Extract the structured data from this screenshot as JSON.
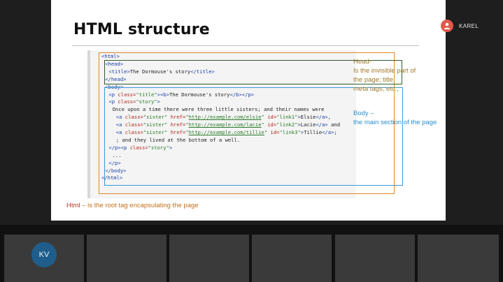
{
  "slide": {
    "title": "HTML structure",
    "code_lines": [
      {
        "indent": 0,
        "parts": [
          {
            "t": "tag",
            "v": "<html>"
          }
        ]
      },
      {
        "indent": 1,
        "parts": [
          {
            "t": "tag",
            "v": "<head>"
          }
        ]
      },
      {
        "indent": 2,
        "parts": [
          {
            "t": "tag",
            "v": "<title>"
          },
          {
            "t": "txt",
            "v": "The Dormouse's story"
          },
          {
            "t": "tag",
            "v": "</title>"
          }
        ]
      },
      {
        "indent": 1,
        "parts": [
          {
            "t": "tag",
            "v": "</head>"
          }
        ]
      },
      {
        "indent": 1,
        "parts": [
          {
            "t": "tag",
            "v": "<body>"
          }
        ]
      },
      {
        "indent": 2,
        "parts": [
          {
            "t": "tag",
            "v": "<p "
          },
          {
            "t": "attr",
            "v": "class="
          },
          {
            "t": "str",
            "v": "\"title\""
          },
          {
            "t": "tag",
            "v": "><b>"
          },
          {
            "t": "txt",
            "v": "The Dormouse's story"
          },
          {
            "t": "tag",
            "v": "</b></p>"
          }
        ]
      },
      {
        "indent": 2,
        "parts": [
          {
            "t": "tag",
            "v": "<p "
          },
          {
            "t": "attr",
            "v": "class="
          },
          {
            "t": "str",
            "v": "\"story\""
          },
          {
            "t": "tag",
            "v": ">"
          }
        ]
      },
      {
        "indent": 3,
        "parts": [
          {
            "t": "txt",
            "v": "Once upon a time there were three little sisters; and their names were"
          }
        ]
      },
      {
        "indent": 4,
        "parts": [
          {
            "t": "tag",
            "v": "<a "
          },
          {
            "t": "attr",
            "v": "class="
          },
          {
            "t": "str",
            "v": "\"sister\" "
          },
          {
            "t": "attr",
            "v": "href="
          },
          {
            "t": "str",
            "v": "\""
          },
          {
            "t": "link",
            "v": "http://example.com/elsie"
          },
          {
            "t": "str",
            "v": "\" "
          },
          {
            "t": "attr",
            "v": "id="
          },
          {
            "t": "str",
            "v": "\"link1\""
          },
          {
            "t": "tag",
            "v": ">"
          },
          {
            "t": "txt",
            "v": "Elsie"
          },
          {
            "t": "tag",
            "v": "</a>"
          },
          {
            "t": "txt",
            "v": ","
          }
        ]
      },
      {
        "indent": 4,
        "parts": [
          {
            "t": "tag",
            "v": "<a "
          },
          {
            "t": "attr",
            "v": "class="
          },
          {
            "t": "str",
            "v": "\"sister\" "
          },
          {
            "t": "attr",
            "v": "href="
          },
          {
            "t": "str",
            "v": "\""
          },
          {
            "t": "link",
            "v": "http://example.com/lacie"
          },
          {
            "t": "str",
            "v": "\" "
          },
          {
            "t": "attr",
            "v": "id="
          },
          {
            "t": "str",
            "v": "\"link2\""
          },
          {
            "t": "tag",
            "v": ">"
          },
          {
            "t": "txt",
            "v": "Lacie"
          },
          {
            "t": "tag",
            "v": "</a>"
          },
          {
            "t": "txt",
            "v": " and"
          }
        ]
      },
      {
        "indent": 4,
        "parts": [
          {
            "t": "tag",
            "v": "<a "
          },
          {
            "t": "attr",
            "v": "class="
          },
          {
            "t": "str",
            "v": "\"sister\" "
          },
          {
            "t": "attr",
            "v": "href="
          },
          {
            "t": "str",
            "v": "\""
          },
          {
            "t": "link",
            "v": "http://example.com/tillie"
          },
          {
            "t": "str",
            "v": "\" "
          },
          {
            "t": "attr",
            "v": "id="
          },
          {
            "t": "str",
            "v": "\"link3\""
          },
          {
            "t": "tag",
            "v": ">"
          },
          {
            "t": "txt",
            "v": "Tillie"
          },
          {
            "t": "tag",
            "v": "</a>"
          },
          {
            "t": "txt",
            "v": ";"
          }
        ]
      },
      {
        "indent": 4,
        "parts": [
          {
            "t": "txt",
            "v": "; and they lived at the bottom of a well."
          }
        ]
      },
      {
        "indent": 2,
        "parts": [
          {
            "t": "tag",
            "v": "</p><p "
          },
          {
            "t": "attr",
            "v": "class="
          },
          {
            "t": "str",
            "v": "\"story\""
          },
          {
            "t": "tag",
            "v": ">"
          }
        ]
      },
      {
        "indent": 3,
        "parts": [
          {
            "t": "txt",
            "v": "..."
          }
        ]
      },
      {
        "indent": 2,
        "parts": [
          {
            "t": "tag",
            "v": "</p>"
          }
        ]
      },
      {
        "indent": 1,
        "parts": [
          {
            "t": "tag",
            "v": "</body>"
          }
        ]
      },
      {
        "indent": 0,
        "parts": [
          {
            "t": "tag",
            "v": "</html>"
          }
        ]
      }
    ],
    "notes": {
      "head": [
        "Head-",
        "Is the invisible part of",
        "the page; title,",
        "meta tags, etc.,"
      ],
      "body": [
        "Body –",
        "the main section of the page"
      ],
      "html_keyword": "Html",
      "html_rest": " – is the root tag encapsulating the page"
    },
    "colors": {
      "html_box": "#e08a2a",
      "head_box": "#2e5e2e",
      "body_box": "#3a9ad8"
    }
  },
  "participant_self": {
    "name": "KAREL",
    "icon": "person-icon"
  },
  "participant_strip": {
    "initials": "KV",
    "tile_count": 6
  }
}
